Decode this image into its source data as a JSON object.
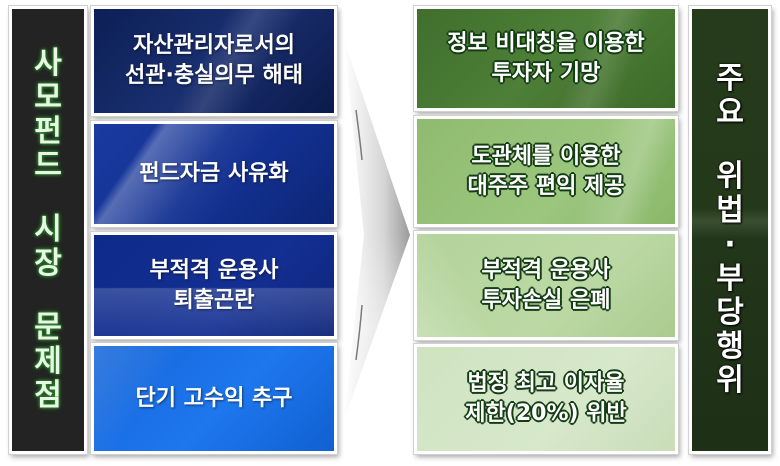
{
  "left_bar": {
    "title": "사모펀드 시장 문제점",
    "groups": [
      [
        "사",
        "모",
        "펀",
        "드"
      ],
      [
        "시",
        "장"
      ],
      [
        "문",
        "제",
        "점"
      ]
    ],
    "color": "#232323"
  },
  "problems": [
    {
      "text": "자산관리자로서의\n선관·충실의무 해태",
      "color": "#0c1f55"
    },
    {
      "text": "펀드자금 사유화",
      "color": "#12308f"
    },
    {
      "text": "부적격 운용사\n퇴출곤란",
      "color": "#132f92"
    },
    {
      "text": "단기 고수익 추구",
      "color": "#1e77ee"
    }
  ],
  "arrow": {
    "direction": "right",
    "icon": "chevron-arrow-right"
  },
  "violations": [
    {
      "text": "정보 비대칭을 이용한\n투자자 기망",
      "color": "#4e7f38"
    },
    {
      "text": "도관체를 이용한\n대주주 편익 제공",
      "color": "#9cc67e"
    },
    {
      "text": "부적격 운용사\n투자손실 은폐",
      "color": "#bcd9a5"
    },
    {
      "text": "법정 최고 이자율\n제한(20%) 위반",
      "color": "#d7e8cb"
    }
  ],
  "right_bar": {
    "title": "주요 위법·부당행위",
    "groups": [
      [
        "주",
        "요"
      ],
      [
        "위",
        "법",
        "·",
        "부",
        "당",
        "행",
        "위"
      ]
    ],
    "color": "#24381a"
  }
}
